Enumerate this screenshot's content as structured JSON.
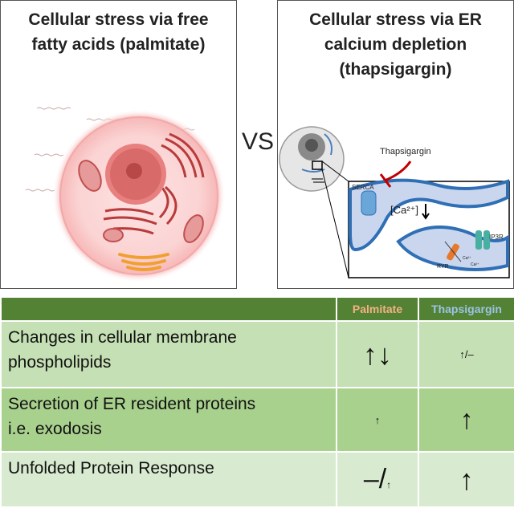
{
  "panels": {
    "left": {
      "title_line1": "Cellular stress via free",
      "title_line2": "fatty acids (palmitate)"
    },
    "right": {
      "title_line1": "Cellular stress via ER",
      "title_line2": "calcium depletion",
      "title_line3": "(thapsigargin)",
      "labels": {
        "thapsigargin": "Thapsigargin",
        "serca": "SERCA",
        "calcium": "[Ca²⁺]",
        "ip3r": "IP3R",
        "ryr": "RYR",
        "ca_small": "Ca²⁺"
      }
    }
  },
  "vs_label": "VS",
  "table": {
    "headers": {
      "blank": "",
      "palmitate": "Palmitate",
      "thapsigargin": "Thapsigargin"
    },
    "rows": [
      {
        "label_line1": "Changes in cellular membrane",
        "label_line2": "phospholipids",
        "palmitate": "↑↓",
        "thapsigargin": "↑/–"
      },
      {
        "label_line1": "Secretion of ER resident proteins",
        "label_line2": "i.e. exodosis",
        "palmitate": "↑",
        "thapsigargin": "↑"
      },
      {
        "label_line1": "Unfolded Protein Response",
        "label_line2": "",
        "palmitate_main": "–/",
        "palmitate_sub": "↑",
        "thapsigargin": "↑"
      }
    ]
  },
  "colors": {
    "header_green": "#548235",
    "palmitate_orange": "#f4b183",
    "thapsigargin_blue": "#9dc3e6",
    "row1": "#c5e0b4",
    "row2": "#a9d18e",
    "row3": "#d8ebd0",
    "inhibitor_red": "#c00000"
  }
}
